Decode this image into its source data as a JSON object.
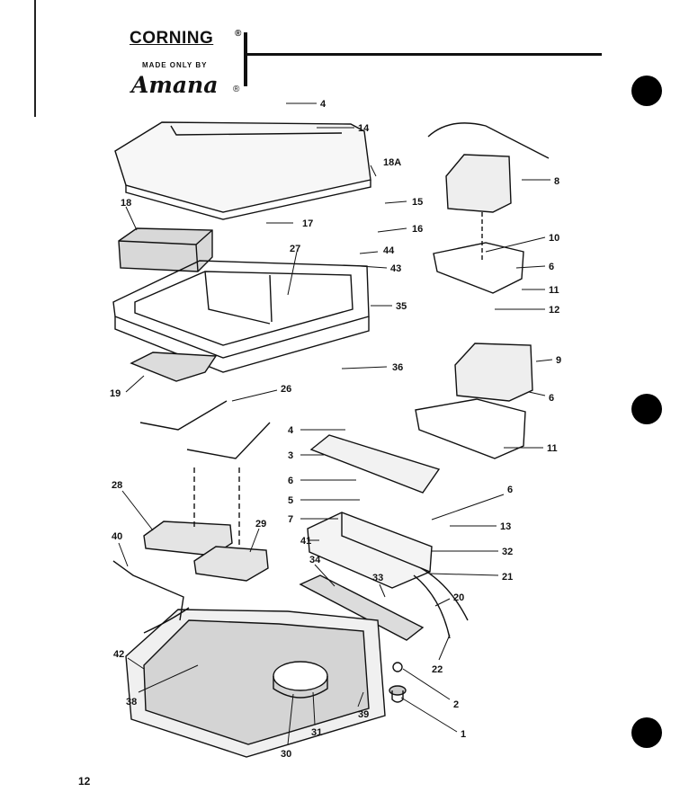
{
  "brand": {
    "name": "CORNING",
    "registered": "®",
    "subtitle": "MADE ONLY BY",
    "maker": "Amana",
    "maker_registered": "®"
  },
  "callouts": [
    "4",
    "14",
    "18A",
    "8",
    "18",
    "17",
    "15",
    "16",
    "27",
    "44",
    "43",
    "10",
    "6",
    "11",
    "12",
    "35",
    "36",
    "19",
    "26",
    "9",
    "6",
    "11",
    "4",
    "3",
    "6",
    "5",
    "7",
    "6",
    "13",
    "41",
    "32",
    "21",
    "28",
    "29",
    "40",
    "34",
    "33",
    "20",
    "22",
    "42",
    "2",
    "38",
    "30",
    "31",
    "39",
    "1"
  ],
  "page_number": "12",
  "colors": {
    "ink": "#111111",
    "paper": "#ffffff"
  }
}
